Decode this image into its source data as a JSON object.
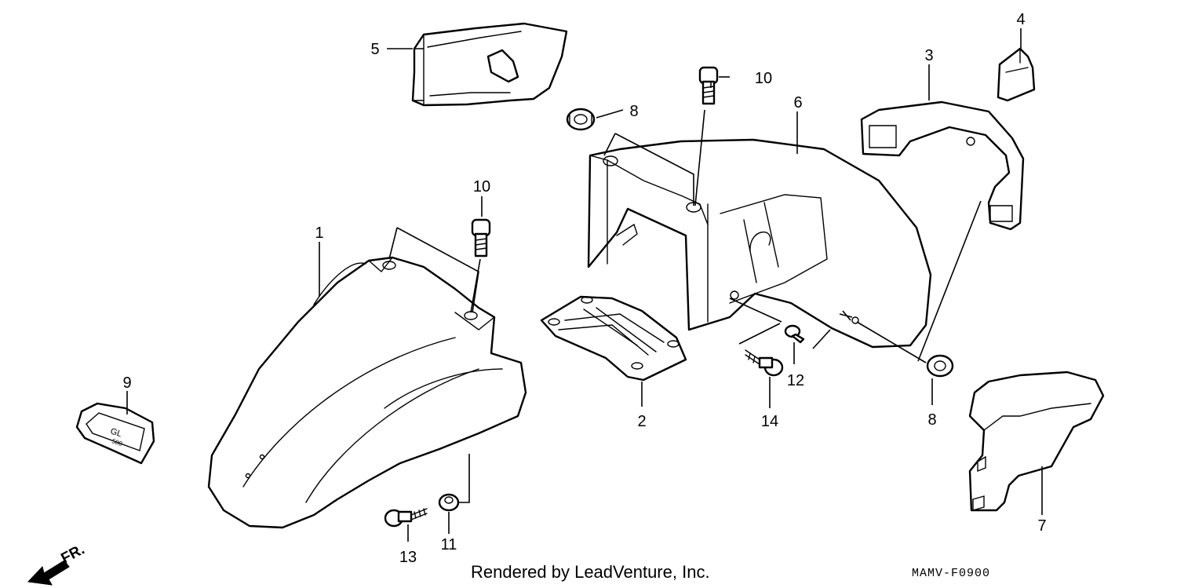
{
  "callouts": {
    "c1": "1",
    "c2": "2",
    "c3": "3",
    "c4": "4",
    "c5": "5",
    "c6": "6",
    "c7": "7",
    "c8a": "8",
    "c8b": "8",
    "c9": "9",
    "c10a": "10",
    "c10b": "10",
    "c11": "11",
    "c12": "12",
    "c13": "13",
    "c14": "14"
  },
  "emblem": {
    "line1": "GL",
    "line2": "500"
  },
  "direction": {
    "label": "FR."
  },
  "footer": {
    "credit": "Rendered by LeadVenture, Inc.",
    "code": "MAMV-F0900"
  }
}
